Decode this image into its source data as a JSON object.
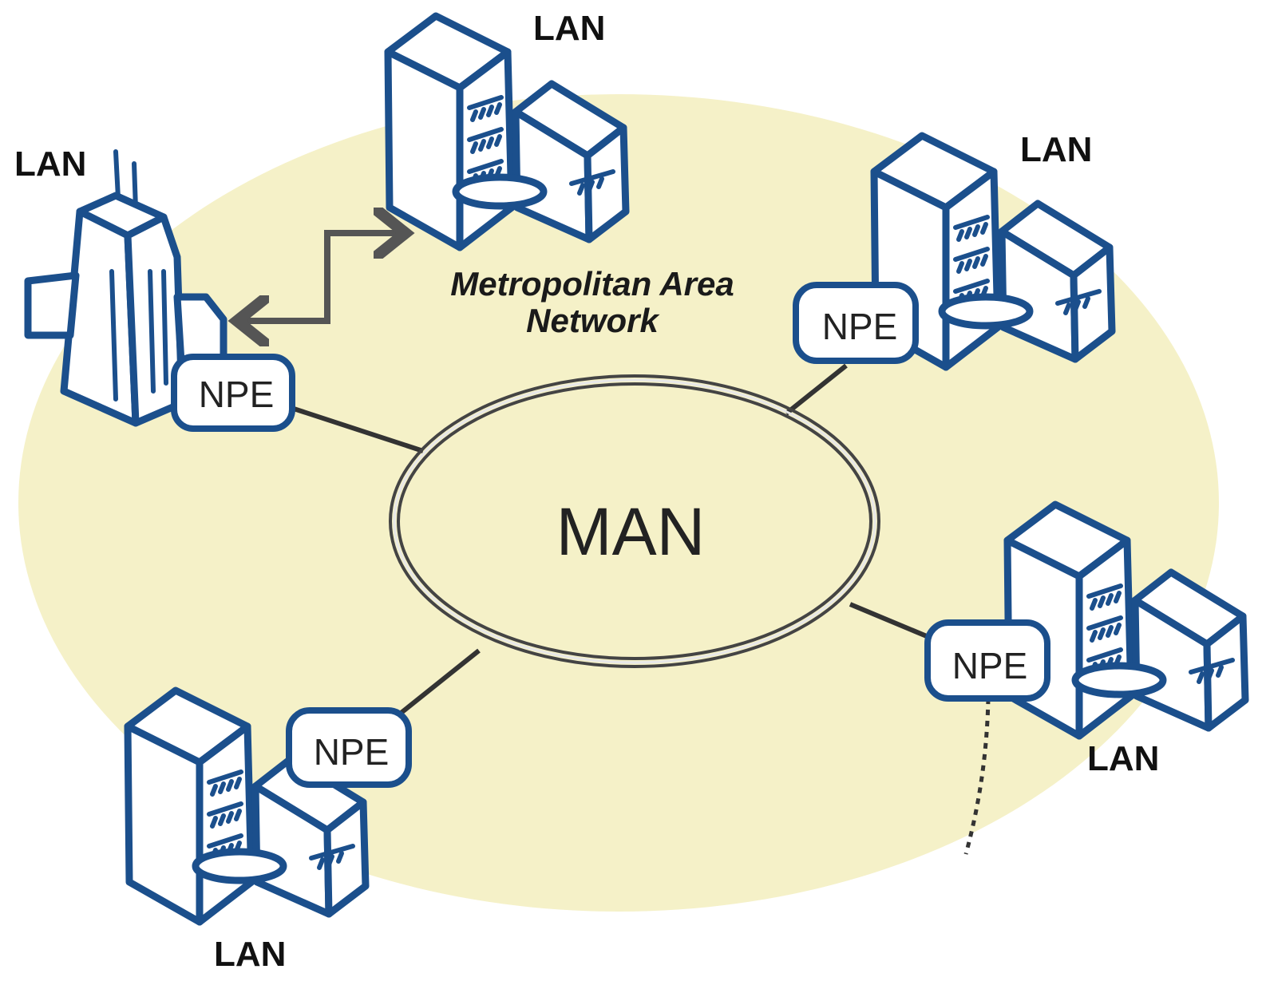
{
  "diagram": {
    "title_line1": "Metropolitan Area",
    "title_line2": "Network",
    "core_label": "MAN",
    "colors": {
      "background_region": "#f5f1c8",
      "building_stroke": "#1b4f8c",
      "link": "#333333",
      "arrow": "#555555"
    },
    "nodes": [
      {
        "id": "top-left",
        "lan_label": "LAN",
        "npe_label": "NPE",
        "icon": "skyscraper-icon"
      },
      {
        "id": "top",
        "lan_label": "LAN",
        "icon": "office-building-icon"
      },
      {
        "id": "top-right",
        "lan_label": "LAN",
        "npe_label": "NPE",
        "icon": "office-building-icon"
      },
      {
        "id": "bottom-right",
        "lan_label": "LAN",
        "npe_label": "NPE",
        "icon": "office-building-icon"
      },
      {
        "id": "bottom-left",
        "lan_label": "LAN",
        "npe_label": "NPE",
        "icon": "office-building-icon"
      }
    ],
    "links": [
      {
        "from": "top-left",
        "to": "MAN",
        "style": "solid"
      },
      {
        "from": "top-right",
        "to": "MAN",
        "style": "solid"
      },
      {
        "from": "bottom-right",
        "to": "MAN",
        "style": "solid"
      },
      {
        "from": "bottom-left",
        "to": "MAN",
        "style": "solid"
      },
      {
        "from": "top-left",
        "to": "top",
        "style": "bidirectional-arrow"
      },
      {
        "from": "bottom-right",
        "to": "external",
        "style": "dotted"
      }
    ]
  }
}
